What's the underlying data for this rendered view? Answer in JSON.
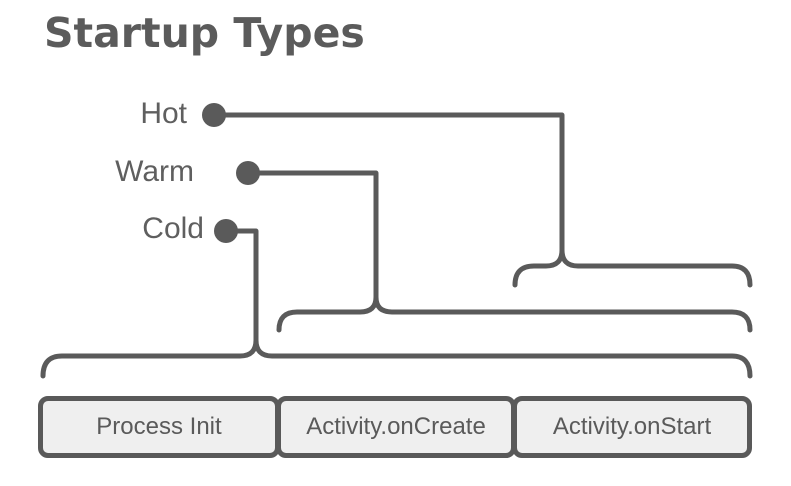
{
  "title": "Startup Types",
  "startup_types": [
    {
      "label": "Hot"
    },
    {
      "label": "Warm"
    },
    {
      "label": "Cold"
    }
  ],
  "phases": [
    {
      "label": "Process Init"
    },
    {
      "label": "Activity.onCreate"
    },
    {
      "label": "Activity.onStart"
    }
  ],
  "colors": {
    "line": "#5a5a5a",
    "text": "#5b5b5b",
    "box_fill": "#efefef"
  }
}
